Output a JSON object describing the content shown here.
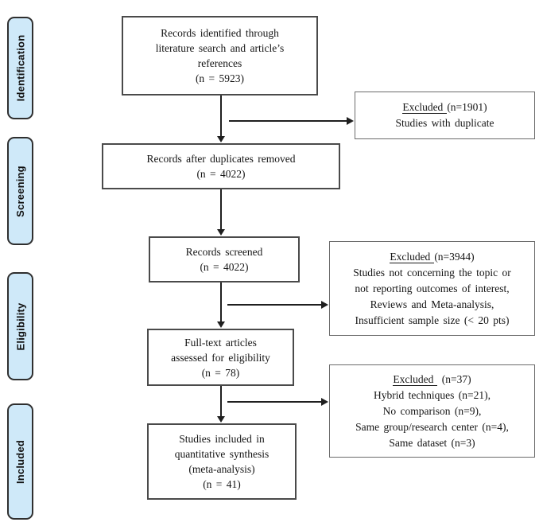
{
  "diagram": {
    "type": "prisma-flowchart",
    "accent_fill": "#cfe9f9",
    "border_color": "#2f2f2f"
  },
  "sidebar": {
    "items": [
      {
        "label": "Identification"
      },
      {
        "label": "Screening"
      },
      {
        "label": "Eligibility"
      },
      {
        "label": "Included"
      }
    ]
  },
  "flow": {
    "boxes": [
      {
        "id": "identified",
        "lines": [
          "Records identified through",
          "literature search and article’s",
          "references",
          "(n = 5923)"
        ]
      },
      {
        "id": "deduplicated",
        "lines": [
          "Records after duplicates removed",
          "(n = 4022)"
        ]
      },
      {
        "id": "screened",
        "lines": [
          "Records screened",
          "(n = 4022)"
        ]
      },
      {
        "id": "fulltext",
        "lines": [
          "Full-text articles",
          "assessed for eligibility",
          "(n = 78)"
        ]
      },
      {
        "id": "included",
        "lines": [
          "Studies included in",
          "quantitative synthesis",
          "(meta-analysis)",
          "(n = 41)"
        ]
      }
    ],
    "exclusions": [
      {
        "title": "Excluded",
        "count": "(n=1901)",
        "lines": [
          "Studies with duplicate"
        ]
      },
      {
        "title": "Excluded",
        "count": "(n=3944)",
        "lines": [
          "Studies not concerning the topic or",
          "not reporting outcomes of interest,",
          "Reviews and Meta-analysis,",
          "Insufficient sample size (< 20 pts)"
        ]
      },
      {
        "title": "Excluded",
        "count": "(n=37)",
        "lines": [
          "Hybrid techniques (n=21),",
          "No comparison (n=9),",
          "Same group/research center (n=4),",
          "Same dataset (n=3)"
        ]
      }
    ]
  }
}
